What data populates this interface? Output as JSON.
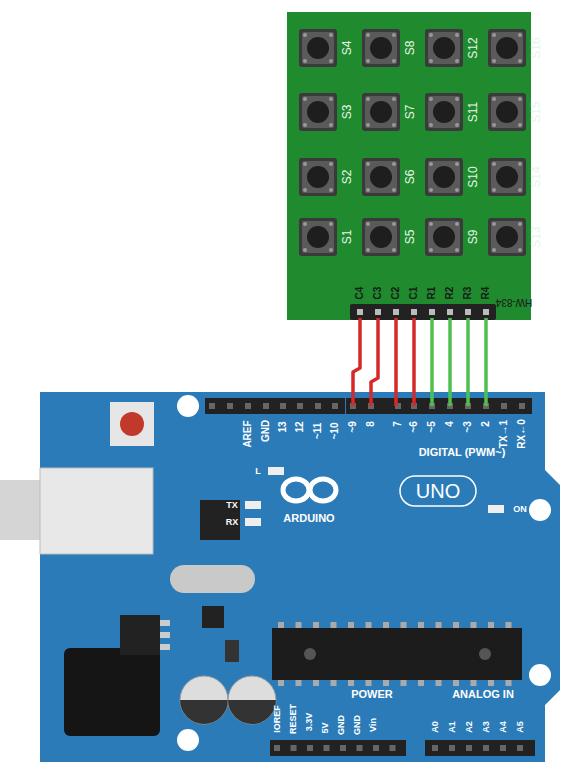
{
  "diagram": {
    "labels": [
      "S4",
      "S8",
      "S12",
      "S16",
      "S3",
      "S7",
      "S11",
      "S15",
      "S2",
      "S6",
      "S10",
      "S14",
      "S1",
      "S5",
      "S9",
      "S13",
      "C4",
      "C3",
      "C2",
      "C1",
      "R1",
      "R2",
      "R3",
      "R4",
      "HW-834",
      "AREF",
      "GND",
      "13",
      "12",
      "~11",
      "~10",
      "~9",
      "8",
      "7",
      "~6",
      "~5",
      "4",
      "~3",
      "2",
      "TX→1",
      "RX←0",
      "DIGITAL (PWM~)",
      "L",
      "TX",
      "RX",
      "ARDUINO",
      "UNO",
      "ON",
      "IOREF",
      "RESET",
      "3.3V",
      "5V",
      "GND",
      "GND",
      "Vin",
      "POWER",
      "ANALOG IN",
      "A0",
      "A1",
      "A2",
      "A3",
      "A4",
      "A5"
    ]
  }
}
